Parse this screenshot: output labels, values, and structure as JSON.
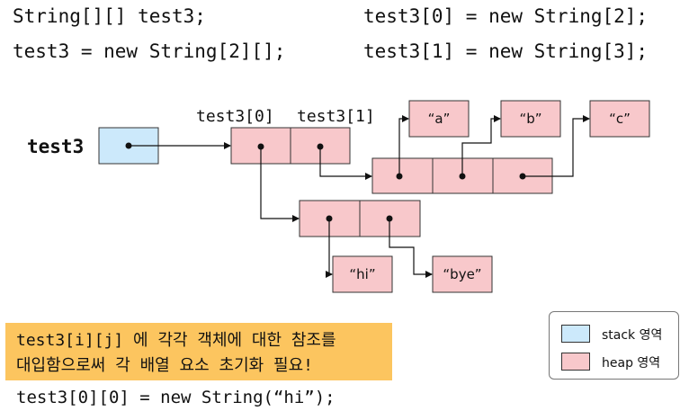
{
  "code": {
    "line1_left": "String[][] test3;",
    "line1_right": "test3[0] = new String[2];",
    "line2_left": "test3 = new String[2][];",
    "line2_right": "test3[1] = new String[3];",
    "bottom": "test3[0][0] = new String(“hi”);"
  },
  "diagram": {
    "variable": "test3",
    "index_labels": [
      "test3[0]",
      "test3[1]"
    ],
    "strings": {
      "a": "“a”",
      "b": "“b”",
      "c": "“c”",
      "hi": "“hi”",
      "bye": "“bye”"
    }
  },
  "note": {
    "line1": "test3[i][j] 에 각각 객체에 대한 참조를",
    "line2": "대입함으로써 각 배열 요소 초기화 필요!"
  },
  "legend": {
    "stack": "stack 영역",
    "heap": "heap 영역"
  },
  "colors": {
    "stack": "#cce9fb",
    "heap": "#f8c8cb",
    "note": "#fcc55f"
  }
}
